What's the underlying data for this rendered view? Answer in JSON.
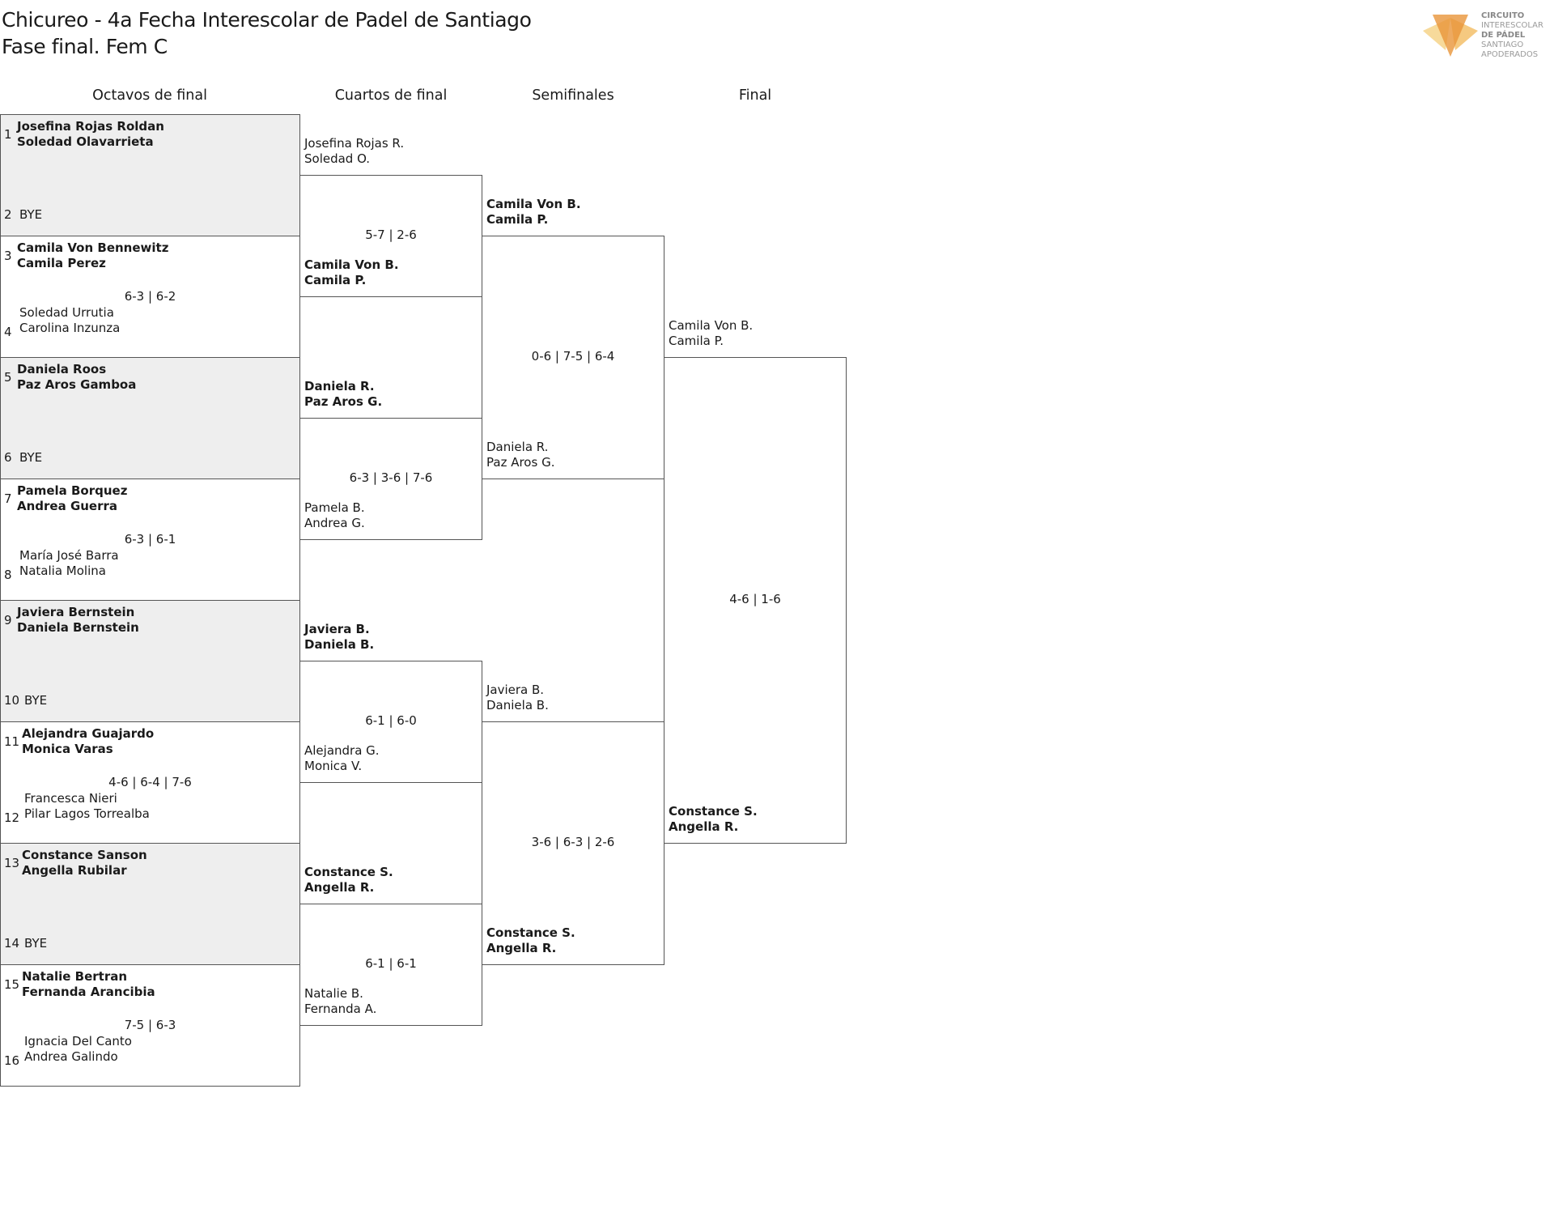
{
  "header": {
    "title_line1": "Chicureo - 4a Fecha Interescolar de Padel de Santiago",
    "title_line2": "Fase final. Fem C"
  },
  "logo": {
    "line1": "CIRCUITO",
    "line2": "INTERESCOLAR",
    "line3": "DE PÁDEL",
    "line4": "SANTIAGO",
    "line5": "APODERADOS",
    "colors": [
      "#f6c96b",
      "#f0b24a",
      "#e8953a"
    ]
  },
  "rounds": [
    "Octavos de final",
    "Cuartos de final",
    "Semifinales",
    "Final"
  ],
  "octavos": [
    {
      "seed_a": "1",
      "a1": "Josefina Rojas Roldan",
      "a2": "Soledad Olavarrieta",
      "seed_b": "2",
      "b1": "BYE",
      "b2": "",
      "score": "",
      "bye": true
    },
    {
      "seed_a": "3",
      "a1": "Camila Von Bennewitz",
      "a2": "Camila Perez",
      "seed_b": "4",
      "b1": "Soledad Urrutia",
      "b2": "Carolina Inzunza",
      "score": "6-3 | 6-2",
      "bye": false
    },
    {
      "seed_a": "5",
      "a1": "Daniela Roos",
      "a2": "Paz Aros Gamboa",
      "seed_b": "6",
      "b1": "BYE",
      "b2": "",
      "score": "",
      "bye": true
    },
    {
      "seed_a": "7",
      "a1": "Pamela Borquez",
      "a2": "Andrea Guerra",
      "seed_b": "8",
      "b1": "María José Barra",
      "b2": "Natalia Molina",
      "score": "6-3 | 6-1",
      "bye": false
    },
    {
      "seed_a": "9",
      "a1": "Javiera Bernstein",
      "a2": "Daniela Bernstein",
      "seed_b": "10",
      "b1": "BYE",
      "b2": "",
      "score": "",
      "bye": true
    },
    {
      "seed_a": "11",
      "a1": "Alejandra Guajardo",
      "a2": "Monica Varas",
      "seed_b": "12",
      "b1": "Francesca Nieri",
      "b2": "Pilar Lagos Torrealba",
      "score": "4-6 | 6-4 | 7-6",
      "bye": false
    },
    {
      "seed_a": "13",
      "a1": "Constance Sanson",
      "a2": "Angella Rubilar",
      "seed_b": "14",
      "b1": "BYE",
      "b2": "",
      "score": "",
      "bye": true
    },
    {
      "seed_a": "15",
      "a1": "Natalie Bertran",
      "a2": "Fernanda Arancibia",
      "seed_b": "16",
      "b1": "Ignacia Del Canto",
      "b2": "Andrea Galindo",
      "score": "7-5 | 6-3",
      "bye": false
    }
  ],
  "cuartos": [
    {
      "a1": "Josefina Rojas R.",
      "a2": "Soledad O.",
      "a_win": false,
      "b1": "Camila Von B.",
      "b2": "Camila P.",
      "b_win": true,
      "score": "5-7 | 2-6"
    },
    {
      "a1": "Daniela R.",
      "a2": "Paz Aros G.",
      "a_win": true,
      "b1": "Pamela B.",
      "b2": "Andrea G.",
      "b_win": false,
      "score": "6-3 | 3-6 | 7-6"
    },
    {
      "a1": "Javiera B.",
      "a2": "Daniela B.",
      "a_win": true,
      "b1": "Alejandra G.",
      "b2": "Monica V.",
      "b_win": false,
      "score": "6-1 | 6-0"
    },
    {
      "a1": "Constance S.",
      "a2": "Angella R.",
      "a_win": true,
      "b1": "Natalie B.",
      "b2": "Fernanda A.",
      "b_win": false,
      "score": "6-1 | 6-1"
    }
  ],
  "semis": [
    {
      "a1": "Camila Von B.",
      "a2": "Camila P.",
      "a_win": true,
      "b1": "Daniela R.",
      "b2": "Paz Aros G.",
      "b_win": false,
      "score": "0-6 | 7-5 | 6-4"
    },
    {
      "a1": "Javiera B.",
      "a2": "Daniela B.",
      "a_win": false,
      "b1": "Constance S.",
      "b2": "Angella R.",
      "b_win": true,
      "score": "3-6 | 6-3 | 2-6"
    }
  ],
  "final": [
    {
      "a1": "Camila Von B.",
      "a2": "Camila P.",
      "a_win": false,
      "b1": "Constance S.",
      "b2": "Angella R.",
      "b_win": true,
      "score": "4-6 | 1-6"
    }
  ]
}
